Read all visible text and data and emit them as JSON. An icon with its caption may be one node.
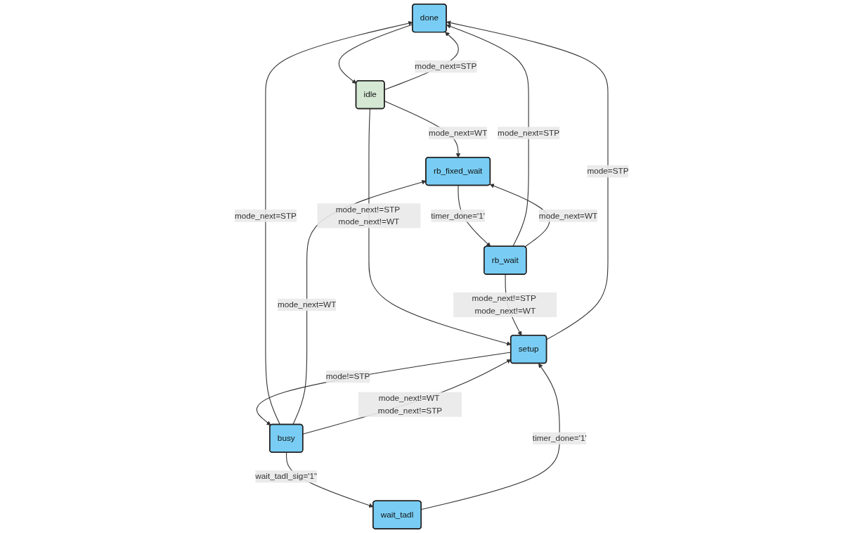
{
  "diagram": {
    "nodes": [
      {
        "text": [
          "done"
        ]
      },
      {
        "text": [
          "idle"
        ]
      },
      {
        "text": [
          "rb_wait"
        ]
      },
      {
        "text": [
          "rb_fixed_wait"
        ]
      },
      {
        "text": [
          "busy"
        ]
      },
      {
        "text": [
          "setup"
        ]
      },
      {
        "text": [
          "wait_tadl"
        ]
      }
    ],
    "edges": [
      {
        "from": 0,
        "to": 1,
        "arrow": "to"
      },
      {
        "from": 1,
        "to": 0,
        "label": "mode_next=STP",
        "arrow": "to"
      },
      {
        "from": 1,
        "to": 3,
        "label": "mode_next=WT",
        "arrow": "to"
      },
      {
        "from": 1,
        "to": 5,
        "label": "mode_next!=STP mode_next!=WT",
        "arrow": "to"
      },
      {
        "from": 2,
        "to": 0,
        "label": "mode_next=STP",
        "arrow": "to"
      },
      {
        "from": 2,
        "to": 3,
        "label": "mode_next=WT",
        "arrow": "to"
      },
      {
        "from": 2,
        "to": 5,
        "label": "mode_next!=STP mode_next!=WT",
        "arrow": "to"
      },
      {
        "from": 3,
        "to": 2,
        "label": "timer_done='1'",
        "arrow": "to"
      },
      {
        "from": 4,
        "to": 0,
        "label": "mode_next=STP",
        "arrow": "to"
      },
      {
        "from": 4,
        "to": 3,
        "label": "mode_next=WT",
        "arrow": "to"
      },
      {
        "from": 4,
        "to": 5,
        "label": "mode_next!=WT mode_next!=STP",
        "arrow": "to"
      },
      {
        "from": 5,
        "to": 0,
        "label": "mode=STP",
        "arrow": "to"
      },
      {
        "from": 5,
        "to": 4,
        "label": "mode!=STP",
        "arrow": "to"
      },
      {
        "from": 4,
        "to": 6,
        "label": "wait_tadl_sig='1\"",
        "arrow": "to"
      },
      {
        "from": 6,
        "to": 5,
        "label": "timer_done='1'",
        "arrow": "to"
      }
    ]
  }
}
